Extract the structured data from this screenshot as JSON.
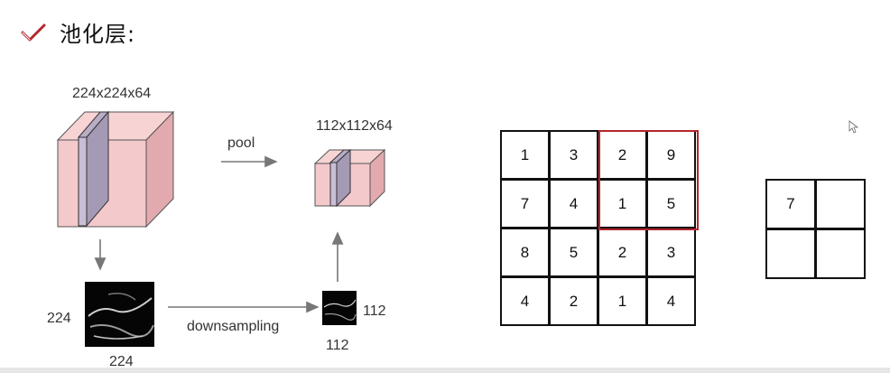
{
  "heading": {
    "title": "池化层:",
    "icon": "red-checkmark-icon",
    "icon_color": "#b2262c"
  },
  "volume_input": {
    "label": "224x224x64",
    "color": "#f4c9cb",
    "side_color": "#e3a9ad"
  },
  "volume_output": {
    "label": "112x112x64"
  },
  "arrow_pool_label": "pool",
  "arrow_down_label": "downsampling",
  "image_input": {
    "height_label": "224",
    "width_label": "224"
  },
  "image_output": {
    "height_label": "112",
    "width_label": "112"
  },
  "input_matrix": [
    [
      1,
      3,
      2,
      9
    ],
    [
      7,
      4,
      1,
      5
    ],
    [
      8,
      5,
      2,
      3
    ],
    [
      4,
      2,
      1,
      4
    ]
  ],
  "output_matrix": [
    [
      "7",
      ""
    ],
    [
      "",
      ""
    ]
  ],
  "highlight_color": "#b2262c"
}
